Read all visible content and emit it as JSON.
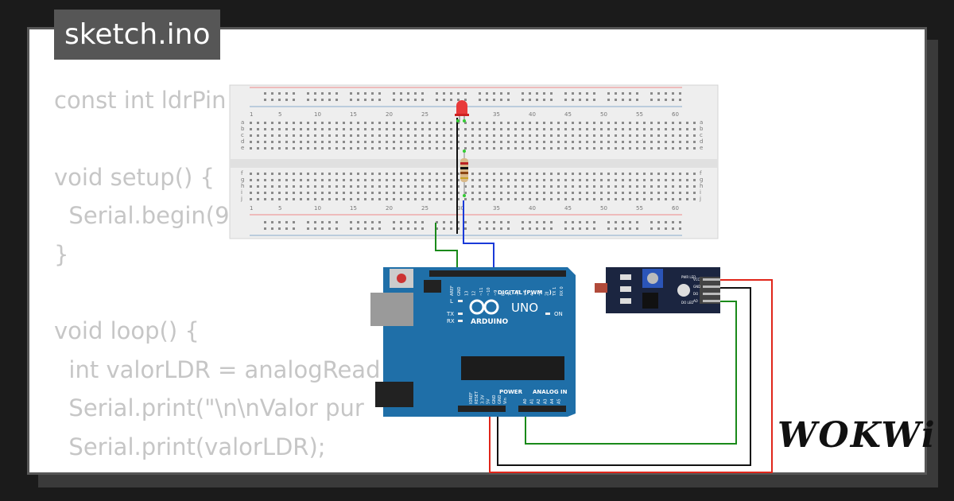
{
  "tab": {
    "filename": "sketch.ino"
  },
  "code_lines": [
    "const int ldrPin",
    "",
    "void setup() {",
    "  Serial.begin(9",
    "}",
    "",
    "void loop() {",
    "  int valorLDR = analogRead",
    "  Serial.print(\"\\n\\nValor pur",
    "  Serial.print(valorLDR);"
  ],
  "breadboard": {
    "column_numbers": [
      "1",
      "5",
      "10",
      "15",
      "20",
      "25",
      "30",
      "35",
      "40",
      "45",
      "50",
      "55",
      "60"
    ],
    "row_letters_top": [
      "a",
      "b",
      "c",
      "d",
      "e"
    ],
    "row_letters_bottom": [
      "f",
      "g",
      "h",
      "i",
      "j"
    ]
  },
  "arduino": {
    "model": "UNO",
    "brand": "ARDUINO",
    "digital_label": "DIGITAL (PWM ~)",
    "power_label": "POWER",
    "analog_label": "ANALOG IN",
    "on_label": "ON",
    "led_l": "L",
    "led_tx": "TX",
    "led_rx": "RX",
    "digital_pins": [
      "AREF",
      "GND",
      "13",
      "12",
      "~11",
      "~10",
      "~9",
      "8",
      "7",
      "~6",
      "~5",
      "4",
      "~3",
      "2",
      "TX 1",
      "RX 0"
    ],
    "power_pins": [
      "IOREF",
      "RESET",
      "3.3V",
      "5V",
      "GND",
      "GND",
      "Vin"
    ],
    "analog_pins": [
      "A0",
      "A1",
      "A2",
      "A3",
      "A4",
      "A5"
    ]
  },
  "ldr_module": {
    "pins": [
      "VCC",
      "GND",
      "DO",
      "AO"
    ],
    "led_labels": [
      "PWR LED",
      "DO LED"
    ]
  },
  "wire_colors": {
    "green": "#1a8a1a",
    "blue": "#1a3ad8",
    "black": "#111111",
    "red": "#e0261a"
  },
  "brand": {
    "logo_text": "WOKWi"
  }
}
